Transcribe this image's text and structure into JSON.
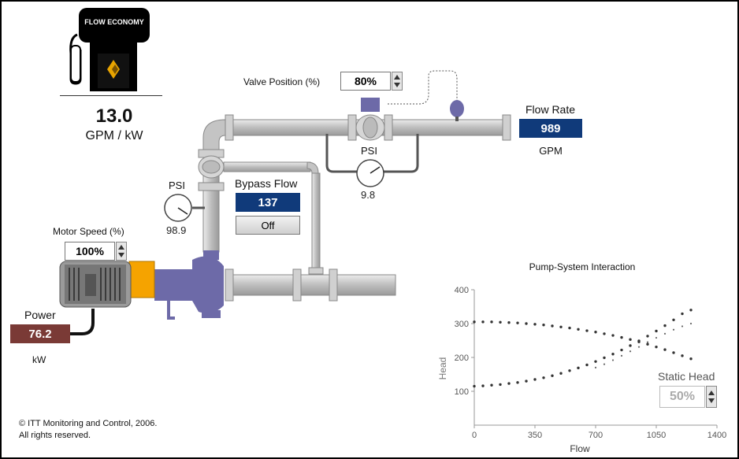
{
  "economy": {
    "sign_text": "FLOW ECONOMY",
    "value": "13.0",
    "unit": "GPM / kW"
  },
  "valve": {
    "label": "Valve Position (%)",
    "value": "80%"
  },
  "flow_rate": {
    "label": "Flow Rate",
    "value": "989",
    "unit": "GPM"
  },
  "psi_right": {
    "label": "PSI",
    "value": "9.8"
  },
  "psi_left": {
    "label": "PSI",
    "value": "98.9"
  },
  "bypass": {
    "label": "Bypass Flow",
    "value": "137",
    "toggle_label": "Off"
  },
  "motor": {
    "label": "Motor Speed (%)",
    "value": "100%"
  },
  "power": {
    "label": "Power",
    "value": "76.2",
    "unit": "kW"
  },
  "static_head": {
    "label": "Static Head",
    "value": "50%"
  },
  "copyright": {
    "line1": "© ITT Monitoring and Control, 2006.",
    "line2": "All rights reserved."
  },
  "colors": {
    "readout_blue": "#103a7a",
    "readout_red": "#7a3a36",
    "pipe": "#c9c9c9",
    "pump": "#6d6aa8",
    "coupling": "#f5a300"
  },
  "chart_data": {
    "type": "scatter",
    "title": "Pump-System Interaction",
    "xlabel": "Flow",
    "ylabel": "Head",
    "xlim": [
      0,
      1400
    ],
    "ylim": [
      0,
      400
    ],
    "x_ticks": [
      "0",
      "350",
      "700",
      "1050",
      "1400"
    ],
    "y_ticks": [
      "100",
      "200",
      "300",
      "400"
    ],
    "series": [
      {
        "values": [
          [
            0,
            305
          ],
          [
            50,
            305
          ],
          [
            100,
            305
          ],
          [
            150,
            304
          ],
          [
            200,
            303
          ],
          [
            250,
            302
          ],
          [
            300,
            300
          ],
          [
            350,
            298
          ],
          [
            400,
            296
          ],
          [
            450,
            293
          ],
          [
            500,
            290
          ],
          [
            550,
            287
          ],
          [
            600,
            283
          ],
          [
            650,
            279
          ],
          [
            700,
            275
          ],
          [
            750,
            270
          ],
          [
            800,
            265
          ],
          [
            850,
            259
          ],
          [
            900,
            253
          ],
          [
            950,
            246
          ],
          [
            1000,
            239
          ],
          [
            1050,
            231
          ],
          [
            1100,
            223
          ],
          [
            1150,
            214
          ],
          [
            1200,
            205
          ],
          [
            1250,
            196
          ]
        ]
      },
      {
        "values": [
          [
            0,
            115
          ],
          [
            50,
            116
          ],
          [
            100,
            118
          ],
          [
            150,
            120
          ],
          [
            200,
            123
          ],
          [
            250,
            126
          ],
          [
            300,
            130
          ],
          [
            350,
            135
          ],
          [
            400,
            140
          ],
          [
            450,
            146
          ],
          [
            500,
            153
          ],
          [
            550,
            161
          ],
          [
            600,
            169
          ],
          [
            650,
            178
          ],
          [
            700,
            188
          ],
          [
            750,
            199
          ],
          [
            800,
            210
          ],
          [
            850,
            222
          ],
          [
            900,
            235
          ],
          [
            950,
            249
          ],
          [
            1000,
            263
          ],
          [
            1050,
            278
          ],
          [
            1100,
            294
          ],
          [
            1150,
            311
          ],
          [
            1200,
            329
          ],
          [
            1250,
            340
          ]
        ]
      },
      {
        "values": [
          [
            700,
            170
          ],
          [
            750,
            180
          ],
          [
            800,
            192
          ],
          [
            850,
            205
          ],
          [
            900,
            218
          ],
          [
            950,
            231
          ],
          [
            1000,
            245
          ],
          [
            1050,
            258
          ],
          [
            1100,
            270
          ],
          [
            1150,
            282
          ],
          [
            1200,
            292
          ],
          [
            1250,
            300
          ]
        ]
      }
    ]
  }
}
